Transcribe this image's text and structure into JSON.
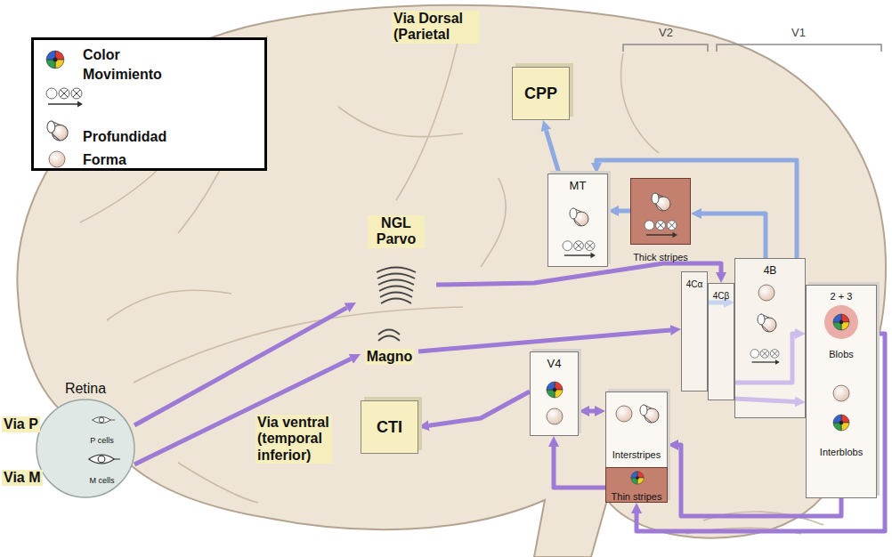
{
  "diagram": {
    "nodes": [
      {
        "text": [
          "CPP"
        ]
      },
      {
        "text": [
          "MT"
        ]
      },
      {
        "text": [
          "Thick stripes"
        ]
      },
      {
        "text": [
          "4Cα"
        ]
      },
      {
        "text": [
          "4Cβ"
        ]
      },
      {
        "text": [
          "4B"
        ]
      },
      {
        "text": [
          "2 + 3"
        ]
      },
      {
        "text": [
          "Blobs"
        ],
        "in": 6
      },
      {
        "text": [
          "Interblobs"
        ],
        "in": 6
      },
      {
        "text": [
          "NGL Parvo"
        ]
      },
      {
        "text": [
          "Magno"
        ]
      },
      {
        "text": [
          "Retina"
        ]
      },
      {
        "text": [
          "P cells"
        ],
        "in": 11
      },
      {
        "text": [
          "M cells"
        ],
        "in": 11
      },
      {
        "text": [
          "V4"
        ]
      },
      {
        "text": [
          "Interstripes"
        ]
      },
      {
        "text": [
          "Thin stripes"
        ],
        "in": 15
      },
      {
        "text": [
          "CTI"
        ]
      }
    ],
    "edges": [
      {
        "from": 12,
        "to": 9,
        "arrow": "to"
      },
      {
        "from": 13,
        "to": 10,
        "arrow": "to"
      },
      {
        "from": 9,
        "to": 4,
        "arrow": "to"
      },
      {
        "from": 10,
        "to": 3,
        "arrow": "to"
      },
      {
        "from": 3,
        "to": 5,
        "arrow": "to"
      },
      {
        "from": 5,
        "to": 1,
        "arrow": "to"
      },
      {
        "from": 5,
        "to": 2,
        "arrow": "to"
      },
      {
        "from": 2,
        "to": 1,
        "arrow": "to"
      },
      {
        "from": 1,
        "to": 0,
        "arrow": "to"
      },
      {
        "from": 4,
        "to": 7,
        "arrow": "to"
      },
      {
        "from": 4,
        "to": 8,
        "arrow": "to"
      },
      {
        "from": 7,
        "to": 16,
        "arrow": "to"
      },
      {
        "from": 8,
        "to": 15,
        "arrow": "to"
      },
      {
        "from": 15,
        "to": 14,
        "arrow": "both"
      },
      {
        "from": 16,
        "to": 14,
        "arrow": "to"
      },
      {
        "from": 14,
        "to": 17,
        "arrow": "to"
      }
    ],
    "labels": [
      "Via Dorsal (Parietal",
      "V2",
      "V1",
      "Via P",
      "Via M",
      "Via ventral (temporal inferior)"
    ],
    "legend": [
      {
        "text": "Color"
      },
      {
        "text": "Movimiento"
      },
      {
        "text": "Profundidad"
      },
      {
        "text": "Forma"
      }
    ]
  }
}
